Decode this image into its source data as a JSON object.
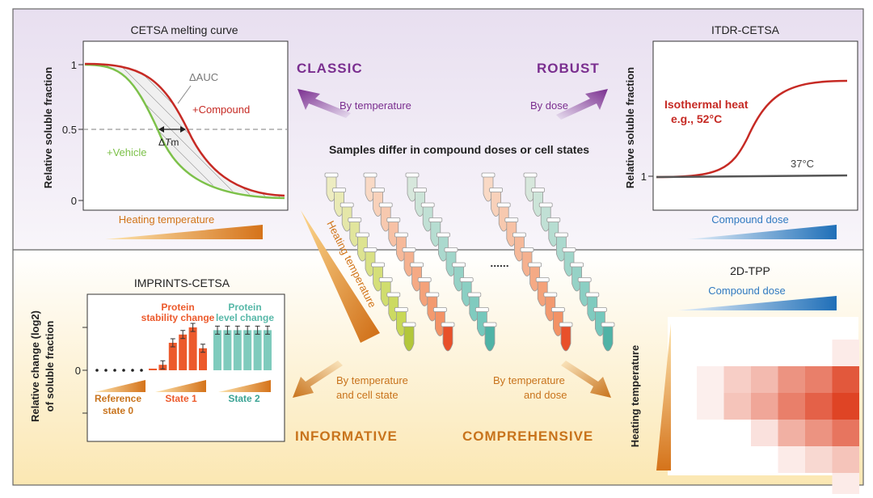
{
  "modes": {
    "classic": "CLASSIC",
    "robust": "ROBUST",
    "informative": "INFORMATIVE",
    "comprehensive": "COMPREHENSIVE"
  },
  "arrows": {
    "by_temperature": "By temperature",
    "by_dose": "By dose",
    "by_temp_cell_1": "By temperature",
    "by_temp_cell_2": "and cell state",
    "by_temp_dose_1": "By temperature",
    "by_temp_dose_2": "and dose"
  },
  "center": {
    "samples_text": "Samples differ in compound doses or cell states",
    "heating_temperature": "Heating temperature",
    "ellipsis": "......"
  },
  "cetsa": {
    "title": "CETSA melting curve",
    "ylabel": "Relative soluble fraction",
    "tick_1": "1",
    "tick_05": "0.5",
    "tick_0": "0",
    "dauc": "ΔAUC",
    "compound": "+Compound",
    "vehicle": "+Vehicle",
    "dtm_delta": "Δ",
    "dtm_t": "T",
    "dtm_m": "m",
    "xlabel": "Heating temperature"
  },
  "itdr": {
    "title": "ITDR-CETSA",
    "ylabel": "Relative soluble fraction",
    "tick_1": "1",
    "isothermal_1": "Isothermal heat",
    "isothermal_2": "e.g., 52°C",
    "temp_37": "37°C",
    "xlabel": "Compound dose"
  },
  "imprints": {
    "title": "IMPRINTS-CETSA",
    "ylabel_1": "Relative change (log2)",
    "ylabel_2": "of soluble fraction",
    "tick_0": "0",
    "stability_1": "Protein",
    "stability_2": "stability change",
    "level_1": "Protein",
    "level_2": "level change",
    "ref_1": "Reference",
    "ref_2": "state 0",
    "state1": "State 1",
    "state2": "State 2",
    "state1_values": [
      0.03,
      0.1,
      0.5,
      0.65,
      0.78,
      0.4
    ],
    "state2_values": [
      0.73,
      0.73,
      0.73,
      0.73,
      0.73,
      0.73
    ]
  },
  "tpp": {
    "title": "2D-TPP",
    "dose_label": "Compound dose",
    "temp_label": "Heating temperature",
    "heatmap": [
      [
        0,
        0,
        0,
        0,
        0,
        0.1
      ],
      [
        0.08,
        0.25,
        0.35,
        0.55,
        0.65,
        0.85
      ],
      [
        0.08,
        0.3,
        0.45,
        0.65,
        0.8,
        0.95
      ],
      [
        0,
        0,
        0.15,
        0.4,
        0.55,
        0.7
      ],
      [
        0,
        0,
        0,
        0.1,
        0.2,
        0.3
      ],
      [
        0,
        0,
        0,
        0,
        0,
        0.1
      ]
    ]
  },
  "colors": {
    "purple": "#7a2e8f",
    "orange": "#c8731c",
    "red": "#c62a24",
    "green": "#7dc14a",
    "teal": "#57b8a8",
    "blue": "#2f7fc1",
    "blue_text": "#2f79c0",
    "bar_orange": "#ec5a2c"
  }
}
